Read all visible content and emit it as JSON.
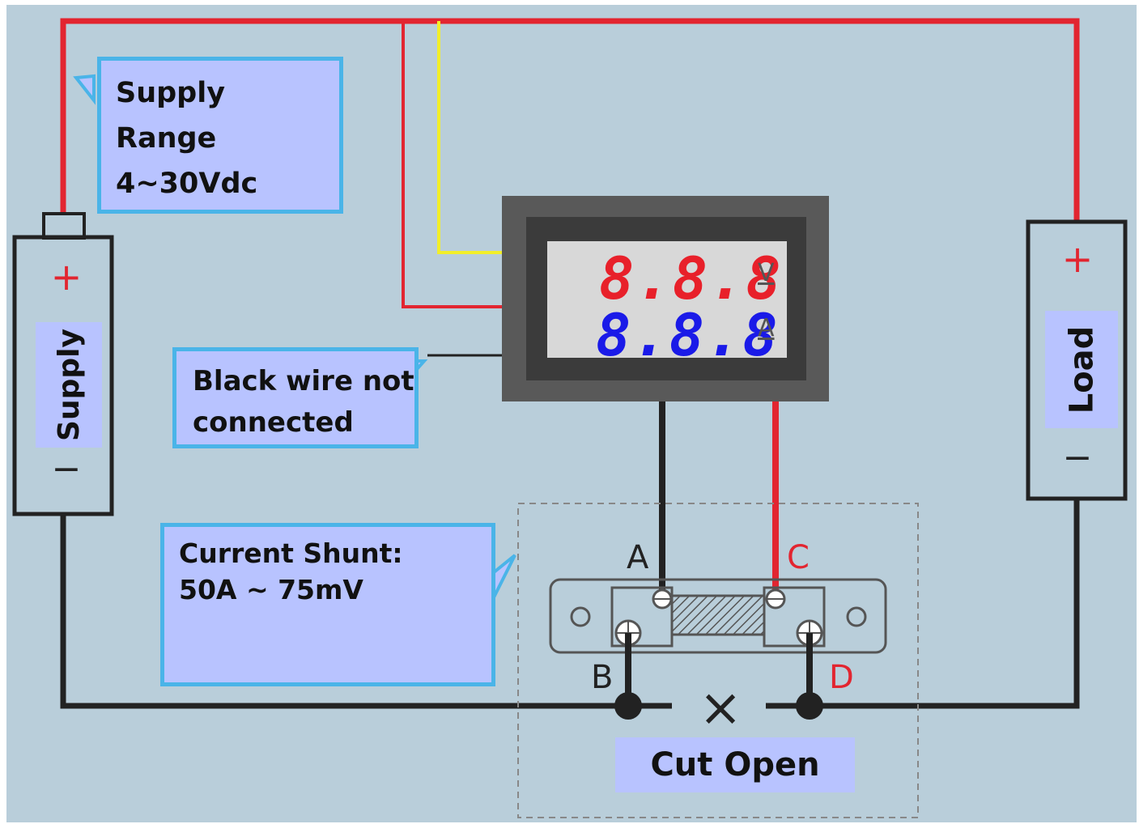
{
  "callouts": {
    "supply_range": "Supply\nRange\n4~30Vdc",
    "black_wire": "Black wire not\nconnected",
    "current_shunt": "Current Shunt:\n50A ~ 75mV"
  },
  "supply": {
    "label": "Supply",
    "plus": "+",
    "minus": "−"
  },
  "load": {
    "label": "Load",
    "plus": "+",
    "minus": "−"
  },
  "meter": {
    "voltage_reading": "8.8.8",
    "current_reading": "8.8.8",
    "voltage_unit": "V",
    "current_unit": "A",
    "voltage_color": "#e8202a",
    "current_color": "#1a1ae8"
  },
  "terminals": {
    "a": "A",
    "b": "B",
    "c": "C",
    "d": "D"
  },
  "cut": {
    "symbol": "×",
    "label": "Cut Open"
  },
  "colors": {
    "background": "#b9ceda",
    "wire_red": "#e22530",
    "wire_black": "#222222",
    "wire_yellow": "#f2ee2a",
    "callout_fill": "#b8c3ff",
    "callout_border": "#4ab4e8",
    "terminal_label_red": "#e22530"
  }
}
